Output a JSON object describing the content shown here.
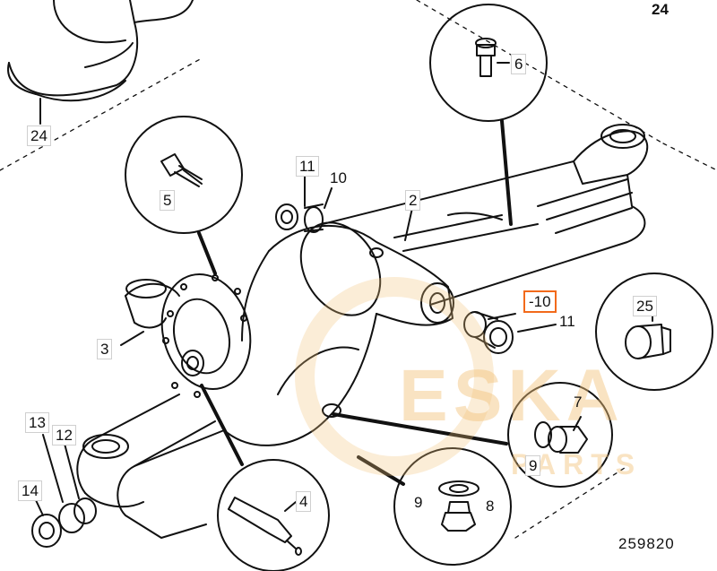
{
  "callouts": [
    {
      "key": "c24_tr",
      "text": "24"
    },
    {
      "key": "c24_l",
      "text": "24"
    },
    {
      "key": "c6",
      "text": "6"
    },
    {
      "key": "c5",
      "text": "5"
    },
    {
      "key": "c11_a",
      "text": "11"
    },
    {
      "key": "c10_a",
      "text": "10"
    },
    {
      "key": "c2",
      "text": "2"
    },
    {
      "key": "c10_hl",
      "text": "-10"
    },
    {
      "key": "c11_b",
      "text": "11"
    },
    {
      "key": "c25",
      "text": "25"
    },
    {
      "key": "c3",
      "text": "3"
    },
    {
      "key": "c7",
      "text": "7"
    },
    {
      "key": "c9_a",
      "text": "9"
    },
    {
      "key": "c13",
      "text": "13"
    },
    {
      "key": "c12",
      "text": "12"
    },
    {
      "key": "c14",
      "text": "14"
    },
    {
      "key": "c4",
      "text": "4"
    },
    {
      "key": "c9_b",
      "text": "9"
    },
    {
      "key": "c8",
      "text": "8"
    }
  ],
  "reference_number": "259820",
  "watermark": {
    "brand": "ESKA",
    "sub": "PARTS",
    "color": "#f3c27a"
  },
  "highlight_color": "#f26a1b"
}
